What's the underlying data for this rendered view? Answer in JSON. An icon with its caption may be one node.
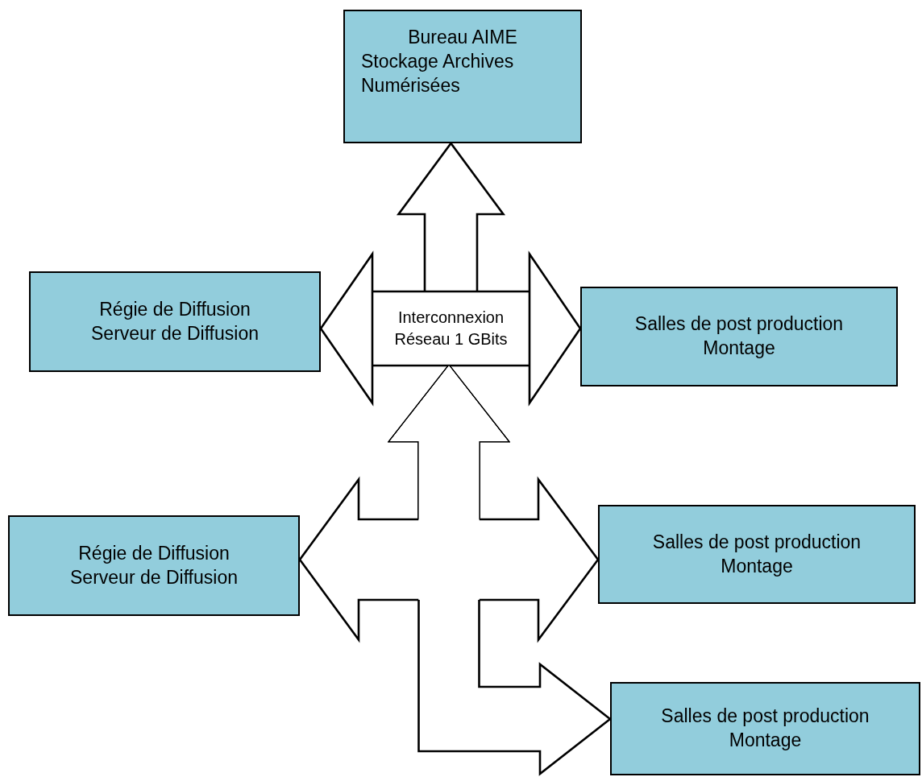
{
  "diagram": {
    "nodes": [
      {
        "text": [
          "Bureau AIME",
          "Stockage Archives Numérisées"
        ]
      },
      {
        "text": [
          "Régie de Diffusion Serveur de Diffusion"
        ]
      },
      {
        "text": [
          "Interconnexion Réseau 1 GBits"
        ]
      },
      {
        "text": [
          "Salles de post production Montage"
        ]
      },
      {
        "text": [
          "Régie de Diffusion Serveur de Diffusion"
        ]
      },
      {
        "text": [
          "Salles de post production Montage"
        ]
      },
      {
        "text": [
          "Salles de post production Montage"
        ]
      }
    ],
    "edges": [
      {
        "from": 2,
        "to": 0,
        "arrow": "to"
      },
      {
        "from": 2,
        "to": 1,
        "arrow": "to"
      },
      {
        "from": 2,
        "to": 3,
        "arrow": "to"
      },
      {
        "from": 2,
        "to": 4,
        "arrow": "both"
      },
      {
        "from": 2,
        "to": 5,
        "arrow": "both"
      },
      {
        "from": 2,
        "to": 6,
        "arrow": "both"
      }
    ]
  }
}
